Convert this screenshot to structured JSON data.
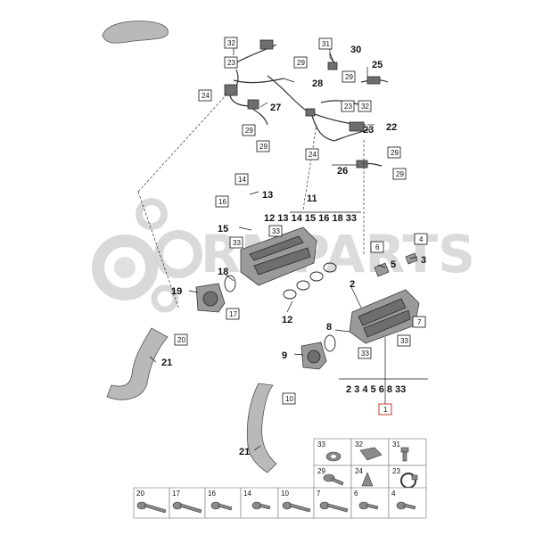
{
  "watermark": "RMPARTS",
  "callouts": [
    {
      "id": "c30",
      "text": "30"
    },
    {
      "id": "c28",
      "text": "28"
    },
    {
      "id": "c25",
      "text": "25"
    },
    {
      "id": "c27",
      "text": "27"
    },
    {
      "id": "c22",
      "text": "22"
    },
    {
      "id": "c23",
      "text": "23"
    },
    {
      "id": "c26",
      "text": "26"
    },
    {
      "id": "c13",
      "text": "13"
    },
    {
      "id": "c11",
      "text": "11"
    },
    {
      "id": "c15",
      "text": "15"
    },
    {
      "id": "c18",
      "text": "18"
    },
    {
      "id": "c19",
      "text": "19"
    },
    {
      "id": "c12",
      "text": "12"
    },
    {
      "id": "c5",
      "text": "5"
    },
    {
      "id": "c3",
      "text": "3"
    },
    {
      "id": "c2",
      "text": "2"
    },
    {
      "id": "c8",
      "text": "8"
    },
    {
      "id": "c9",
      "text": "9"
    },
    {
      "id": "c21a",
      "text": "21"
    },
    {
      "id": "c21b",
      "text": "21"
    }
  ],
  "boxes": [
    {
      "id": "b32a",
      "text": "32"
    },
    {
      "id": "b23a",
      "text": "23"
    },
    {
      "id": "b31",
      "text": "31"
    },
    {
      "id": "b29a",
      "text": "29"
    },
    {
      "id": "b29b",
      "text": "29"
    },
    {
      "id": "b24a",
      "text": "24"
    },
    {
      "id": "b29c",
      "text": "29"
    },
    {
      "id": "b29d",
      "text": "29"
    },
    {
      "id": "b23b",
      "text": "23"
    },
    {
      "id": "b32b",
      "text": "32"
    },
    {
      "id": "b24b",
      "text": "24"
    },
    {
      "id": "b29e",
      "text": "29"
    },
    {
      "id": "b29f",
      "text": "29"
    },
    {
      "id": "b14",
      "text": "14"
    },
    {
      "id": "b16",
      "text": "16"
    },
    {
      "id": "b33a",
      "text": "33"
    },
    {
      "id": "b33b",
      "text": "33"
    },
    {
      "id": "b6",
      "text": "6"
    },
    {
      "id": "b4",
      "text": "4"
    },
    {
      "id": "b17",
      "text": "17"
    },
    {
      "id": "b20",
      "text": "20"
    },
    {
      "id": "b7",
      "text": "7"
    },
    {
      "id": "b33c",
      "text": "33"
    },
    {
      "id": "b33d",
      "text": "33"
    },
    {
      "id": "b10",
      "text": "10"
    },
    {
      "id": "b1",
      "text": "1"
    }
  ],
  "group_11": {
    "title": "11",
    "members": "12 13 14 15 16 18 33"
  },
  "group_1": {
    "members": "2 3 4 5 6 8 33"
  },
  "legend_top": [
    {
      "num": "33",
      "icon": "rubber-grommet-icon"
    },
    {
      "num": "32",
      "icon": "cable-holder-icon"
    },
    {
      "num": "31",
      "icon": "bolt-icon"
    },
    {
      "num": "29",
      "icon": "bolt-icon"
    },
    {
      "num": "24",
      "icon": "clip-icon"
    },
    {
      "num": "23",
      "icon": "hose-clamp-icon"
    }
  ],
  "legend_bottom": [
    {
      "num": "20",
      "icon": "long-bolt-icon"
    },
    {
      "num": "17",
      "icon": "long-bolt-icon"
    },
    {
      "num": "16",
      "icon": "bolt-icon"
    },
    {
      "num": "14",
      "icon": "bolt-icon"
    },
    {
      "num": "10",
      "icon": "long-bolt-icon"
    },
    {
      "num": "7",
      "icon": "long-bolt-icon"
    },
    {
      "num": "6",
      "icon": "bolt-icon"
    },
    {
      "num": "4",
      "icon": "bolt-icon"
    }
  ]
}
